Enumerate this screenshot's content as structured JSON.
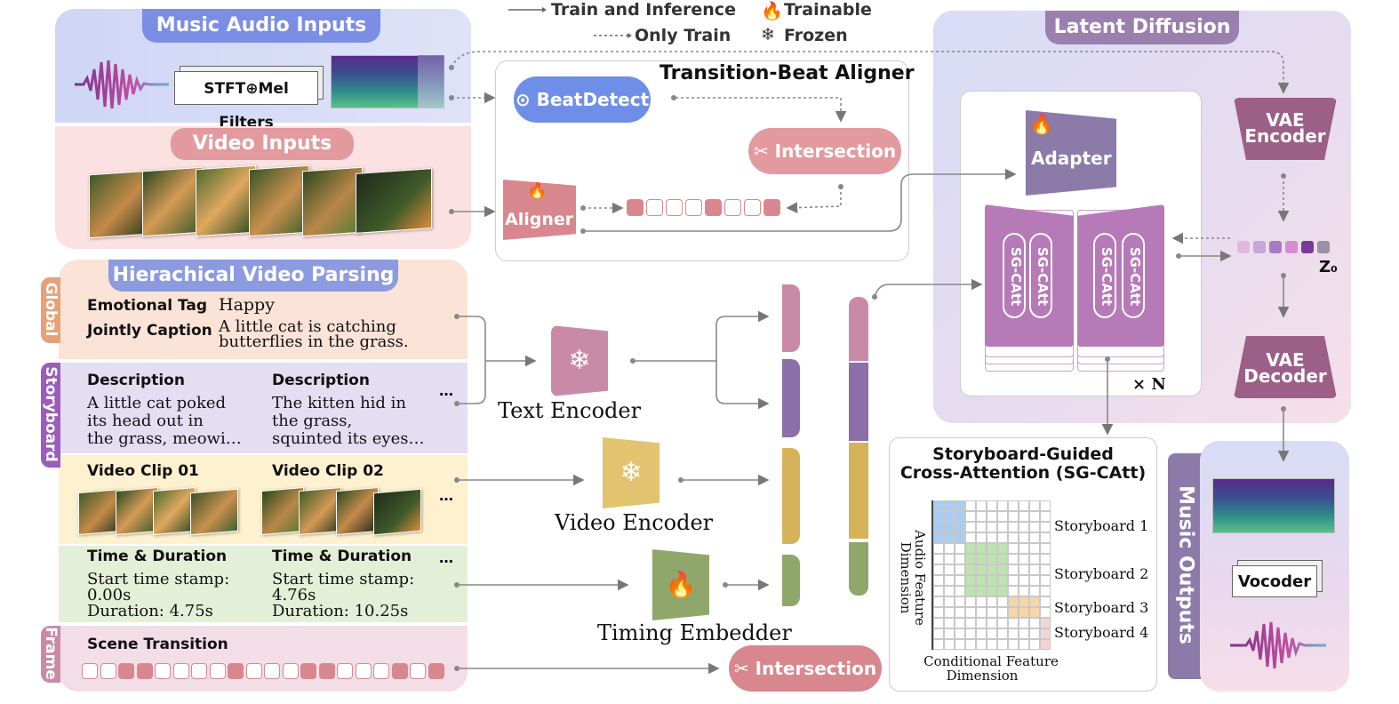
{
  "legend": {
    "train_inference": "Train and Inference",
    "only_train": "Only Train",
    "trainable": "Trainable",
    "frozen": "Frozen"
  },
  "music_inputs": {
    "title": "Music Audio Inputs",
    "stft": "STFT⊕Mel Filters"
  },
  "video_inputs": {
    "title": "Video Inputs"
  },
  "aligner_box": {
    "title": "Transition-Beat Aligner",
    "beatdetect": "BeatDetect",
    "intersection": "Intersection",
    "aligner": "Aligner"
  },
  "parsing": {
    "title": "Hierachical Video Parsing",
    "global_label": "Global",
    "storyboard_label": "Storyboard",
    "frame_label": "Frame",
    "emotional_tag_label": "Emotional Tag",
    "emotional_tag_value": "Happy",
    "caption_label": "Jointly Caption",
    "caption_value_1": "A little cat is catching",
    "caption_value_2": "butterflies in the grass.",
    "description_label": "Description",
    "desc1_l1": "A little cat poked",
    "desc1_l2": "its head out in",
    "desc1_l3": "the grass, meowi…",
    "desc2_l1": "The kitten hid in",
    "desc2_l2": "the grass,",
    "desc2_l3": "squinted its eyes…",
    "ellipsis": "…",
    "clip1": "Video Clip 01",
    "clip2": "Video Clip 02",
    "time_label": "Time & Duration",
    "t1_l1": "Start time stamp:",
    "t1_l2": "0.00s",
    "t1_l3": "Duration: 4.75s",
    "t2_l1": "Start time stamp:",
    "t2_l2": "4.76s",
    "t2_l3": "Duration: 10.25s",
    "scene_transition": "Scene Transition",
    "scene_tokens_on": [
      0,
      0,
      1,
      1,
      0,
      0,
      0,
      0,
      1,
      0,
      0,
      0,
      1,
      1,
      0,
      0,
      0,
      1,
      0,
      1
    ]
  },
  "encoders": {
    "text": "Text Encoder",
    "video": "Video Encoder",
    "timing": "Timing Embedder",
    "intersection": "Intersection"
  },
  "latent": {
    "title": "Latent Diffusion",
    "adapter": "Adapter",
    "sgcatt": "SG-CAtt",
    "times_n": "× N",
    "vae_encoder_1": "VAE",
    "vae_encoder_2": "Encoder",
    "vae_decoder_1": "VAE",
    "vae_decoder_2": "Decoder",
    "z0": "Z₀"
  },
  "sgcatt_box": {
    "title_1": "Storyboard-Guided",
    "title_2": "Cross-Attention (SG-CAtt)",
    "y_label_1": "Audio Feature",
    "y_label_2": "Dimension",
    "x_label_1": "Conditional  Feature",
    "x_label_2": "Dimension",
    "storyboards": [
      "Storyboard 1",
      "Storyboard 2",
      "Storyboard 3",
      "Storyboard 4"
    ]
  },
  "outputs": {
    "title": "Music Outputs",
    "vocoder": "Vocoder"
  },
  "colors": {
    "music_bg": "#d6dcf7",
    "video_bg": "#fbe1e1",
    "global_bg": "#fbe3d8",
    "storyboard_bg": "#e5ddf2",
    "clip_bg": "#fdf1cf",
    "time_bg": "#e3efd7",
    "frame_bg": "#f3dde7",
    "pink": "#d8878e",
    "purple": "#b67ab8",
    "blue": "#6f8ee8",
    "gold": "#d6b25a",
    "green": "#8fa76a"
  }
}
